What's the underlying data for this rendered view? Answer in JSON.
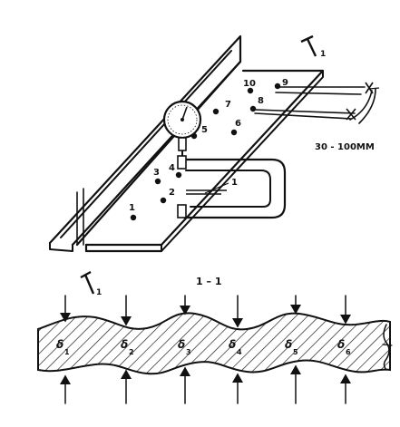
{
  "figure": {
    "points": [
      "1",
      "2",
      "3",
      "4",
      "5",
      "6",
      "7",
      "8",
      "9",
      "10"
    ],
    "measure_range": "30 - 100MM",
    "section_mark_top": "1",
    "section_mark_mid": "1",
    "section_title": "1 – 1",
    "gauge_mark": "1",
    "thickness_labels": [
      "δ",
      "δ",
      "δ",
      "δ",
      "δ",
      "δ"
    ],
    "thickness_subscripts": [
      "1",
      "2",
      "3",
      "4",
      "5",
      "6"
    ]
  }
}
